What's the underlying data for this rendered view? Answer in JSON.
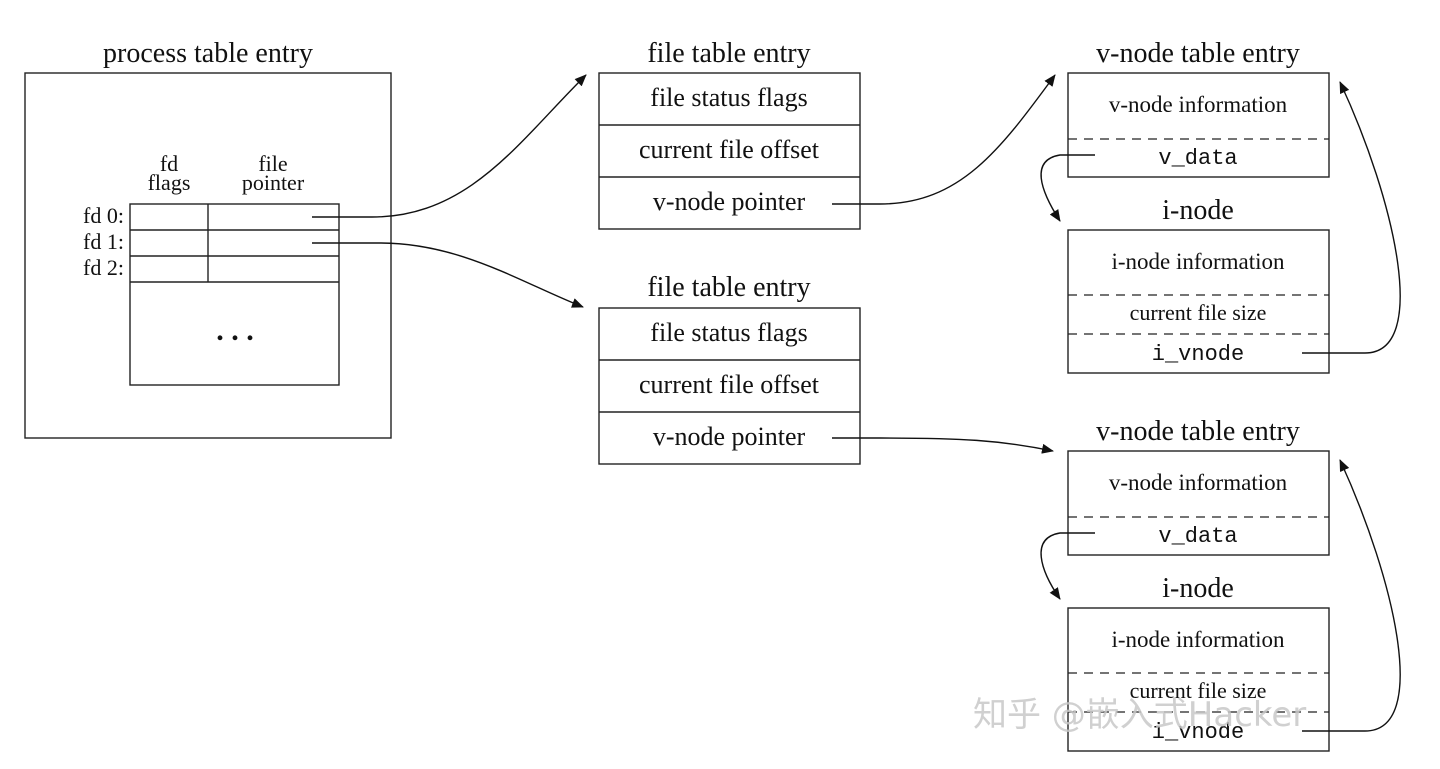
{
  "process_table": {
    "title": "process table entry",
    "col_fd_flags": [
      "fd",
      "flags"
    ],
    "col_file_pointer": [
      "file",
      "pointer"
    ],
    "rows": [
      "fd 0:",
      "fd 1:",
      "fd 2:"
    ],
    "ellipsis": ". . ."
  },
  "file_tables": [
    {
      "title": "file table entry",
      "fields": [
        "file status flags",
        "current file offset",
        "v-node pointer"
      ]
    },
    {
      "title": "file table entry",
      "fields": [
        "file status flags",
        "current file offset",
        "v-node pointer"
      ]
    }
  ],
  "vnode_groups": [
    {
      "vnode_title": "v-node table entry",
      "vnode_info": "v-node information",
      "vnode_data": "v_data",
      "inode_title": "i-node",
      "inode_info": "i-node information",
      "inode_size": "current file size",
      "inode_vnode": "i_vnode"
    },
    {
      "vnode_title": "v-node table entry",
      "vnode_info": "v-node information",
      "vnode_data": "v_data",
      "inode_title": "i-node",
      "inode_info": "i-node information",
      "inode_size": "current file size",
      "inode_vnode": "i_vnode"
    }
  ],
  "watermark": "知乎 @嵌入式Hacker"
}
